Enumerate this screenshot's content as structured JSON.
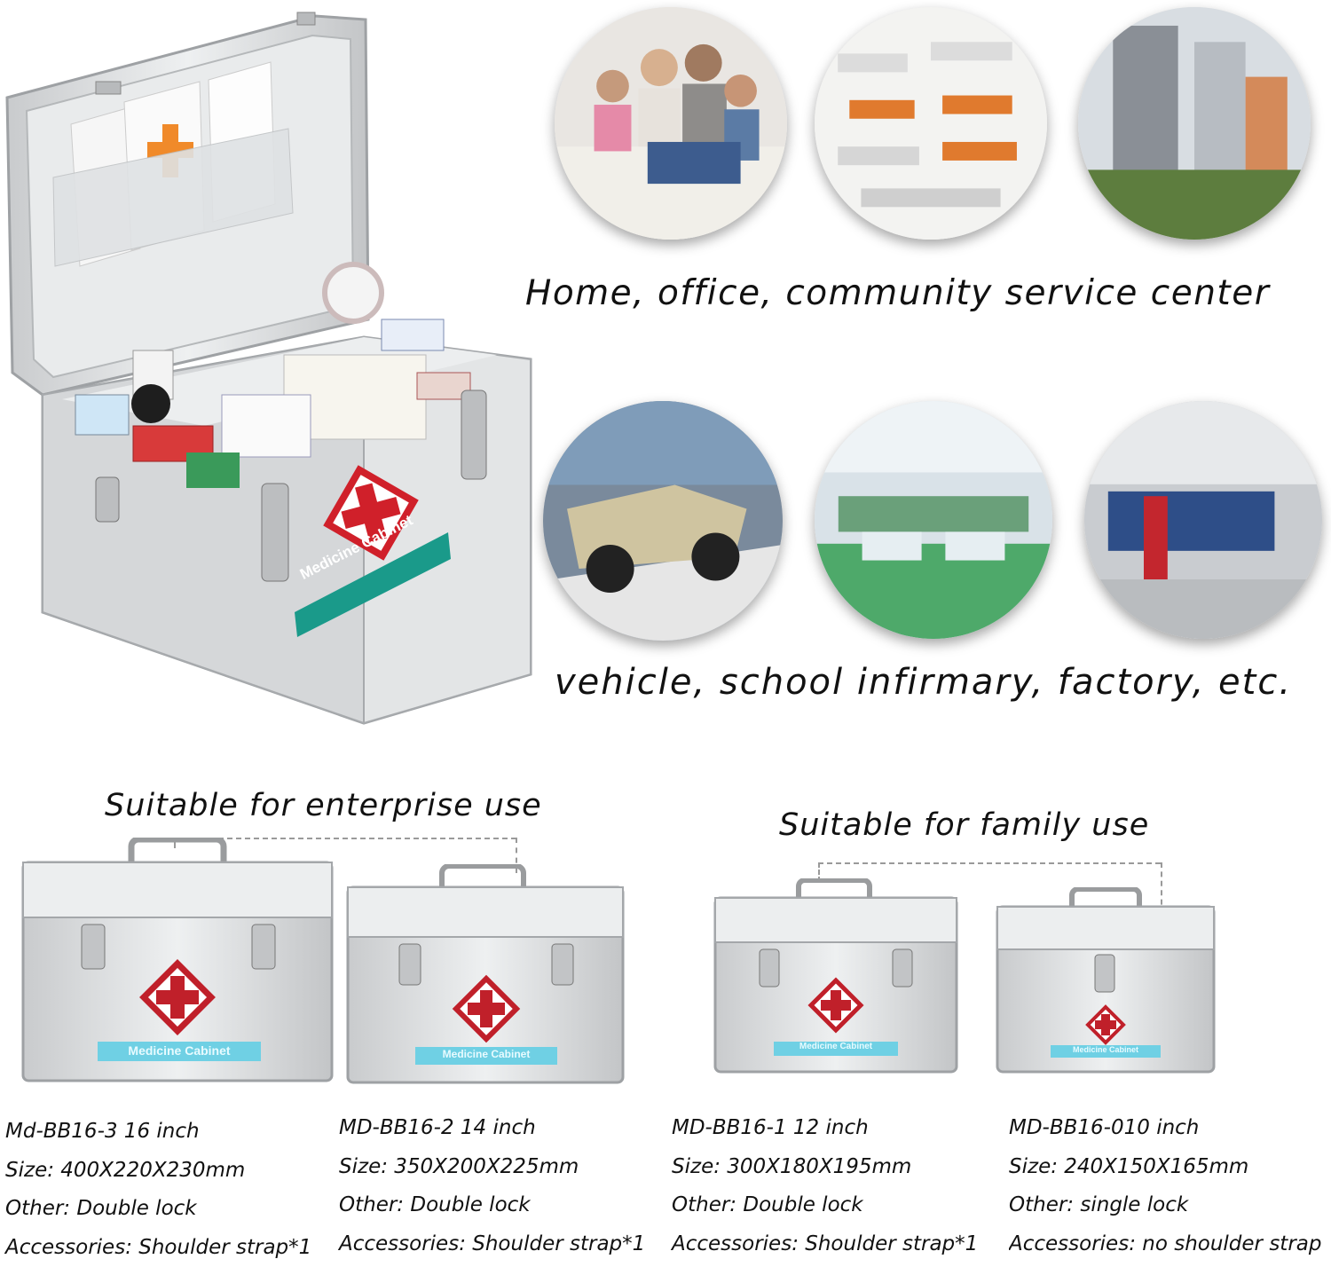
{
  "scenario_captions": {
    "line1": "Home, office, community service center",
    "line2": "vehicle, school infirmary, factory, etc."
  },
  "scenes": [
    {
      "name": "family",
      "icon": "family-photo"
    },
    {
      "name": "office",
      "icon": "office-photo"
    },
    {
      "name": "community",
      "icon": "building-photo"
    },
    {
      "name": "vehicle",
      "icon": "jeep-photo"
    },
    {
      "name": "school-infirmary",
      "icon": "infirmary-photo"
    },
    {
      "name": "factory",
      "icon": "factory-photo"
    }
  ],
  "main_box": {
    "label": "Medicine Cabinet",
    "lid_note": "first aid"
  },
  "groups": {
    "enterprise": "Suitable for enterprise use",
    "family": "Suitable for family use"
  },
  "box_label": "Medicine Cabinet",
  "products": [
    {
      "model": "Md-BB16-3  16 inch",
      "size": "Size: 400X220X230mm",
      "other": "Other: Double lock",
      "accessories": "Accessories: Shoulder strap*1"
    },
    {
      "model": "MD-BB16-2   14 inch",
      "size": "Size: 350X200X225mm",
      "other": "Other: Double lock",
      "accessories": "Accessories: Shoulder strap*1"
    },
    {
      "model": "MD-BB16-1   12 inch",
      "size": "Size: 300X180X195mm",
      "other": "Other: Double lock",
      "accessories": "Accessories: Shoulder strap*1"
    },
    {
      "model": "MD-BB16-010 inch",
      "size": "Size: 240X150X165mm",
      "other": "Other: single lock",
      "accessories": "Accessories: no shoulder strap"
    }
  ],
  "colors": {
    "cross_red": "#d0202a",
    "label_teal": "#1a9a8a",
    "label_cyan": "#6fd0e4",
    "metal": "#d9dbdc"
  }
}
